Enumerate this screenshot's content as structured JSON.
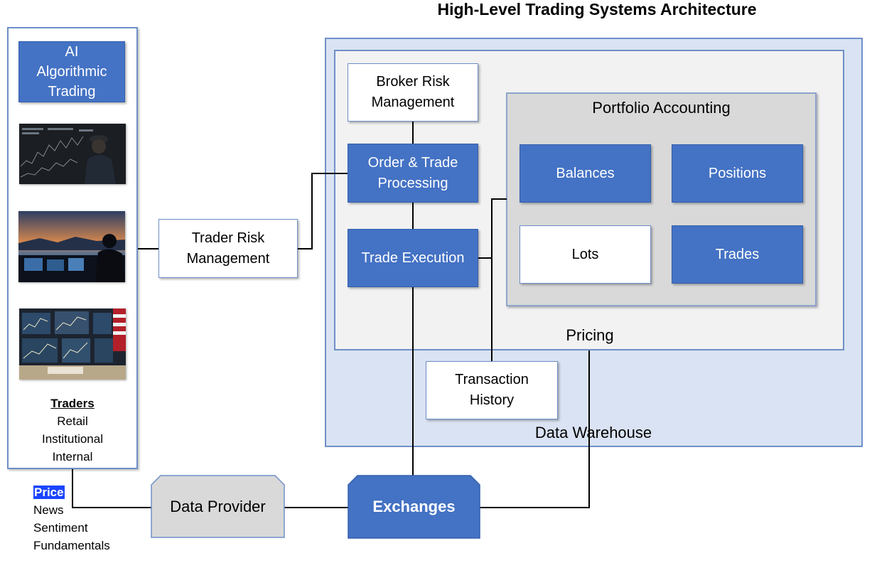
{
  "title": "High-Level Trading Systems Architecture",
  "ai_box": "AI\nAlgorithmic\nTrading",
  "traders": {
    "header": "Traders",
    "types": [
      "Retail",
      "Institutional",
      "Internal"
    ]
  },
  "feeds": {
    "highlighted": "Price",
    "items": [
      "News",
      "Sentiment",
      "Fundamentals"
    ],
    "highlight_color": "#1a45ff"
  },
  "trader_risk": "Trader Risk\nManagement",
  "broker_risk": "Broker Risk\nManagement",
  "order_trade": "Order & Trade\nProcessing",
  "trade_execution": "Trade Execution",
  "portfolio": {
    "title": "Portfolio Accounting",
    "balances": "Balances",
    "positions": "Positions",
    "lots": "Lots",
    "trades": "Trades"
  },
  "pricing": "Pricing",
  "transaction_history": "Transaction\nHistory",
  "data_warehouse": "Data Warehouse",
  "data_provider": "Data Provider",
  "exchanges": "Exchanges",
  "colors": {
    "accent_blue": "#4472c4",
    "warehouse_fill": "#dae3f3",
    "inner_fill": "#f2f2f2",
    "portfolio_fill": "#d9d9d9",
    "provider_fill": "#d9d9d9"
  }
}
